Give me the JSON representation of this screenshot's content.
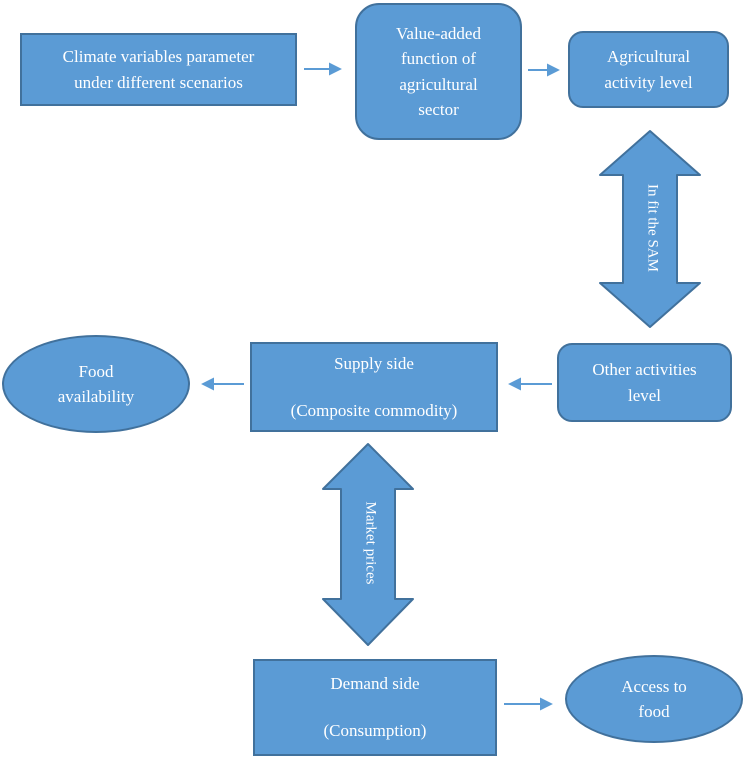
{
  "colors": {
    "shape_fill": "#5b9bd5",
    "shape_border": "#41719c",
    "connector": "#5b9bd5",
    "text": "#ffffff",
    "background": "#ffffff"
  },
  "nodes": {
    "climate": {
      "shape": "rectangle",
      "label": "Climate variables parameter\nunder different scenarios"
    },
    "value_added": {
      "shape": "rounded-rectangle",
      "label": "Value-added\nfunction of\nagricultural\nsector"
    },
    "agricultural_activity": {
      "shape": "rounded-rectangle",
      "label": "Agricultural\nactivity level"
    },
    "other_activities": {
      "shape": "rounded-rectangle",
      "label": "Other activities\nlevel"
    },
    "supply": {
      "shape": "rectangle",
      "label": "Supply side\n\n(Composite commodity)"
    },
    "food_availability": {
      "shape": "ellipse",
      "label": "Food\navailability"
    },
    "demand": {
      "shape": "rectangle",
      "label": "Demand side\n\n(Consumption)"
    },
    "access_to_food": {
      "shape": "ellipse",
      "label": "Access to\nfood"
    }
  },
  "arrow_labels": {
    "sam": "In fit the SAM",
    "market": "Market prices"
  },
  "connections": [
    {
      "from": "climate",
      "to": "value_added",
      "type": "single-arrow"
    },
    {
      "from": "value_added",
      "to": "agricultural_activity",
      "type": "single-arrow"
    },
    {
      "from": "agricultural_activity",
      "to": "other_activities",
      "type": "double-arrow",
      "label": "In fit the SAM"
    },
    {
      "from": "other_activities",
      "to": "supply",
      "type": "single-arrow"
    },
    {
      "from": "supply",
      "to": "food_availability",
      "type": "single-arrow"
    },
    {
      "from": "supply",
      "to": "demand",
      "type": "double-arrow",
      "label": "Market prices"
    },
    {
      "from": "demand",
      "to": "access_to_food",
      "type": "single-arrow"
    }
  ]
}
